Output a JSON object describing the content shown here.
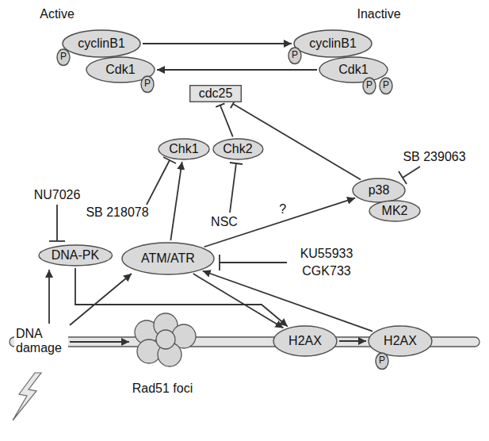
{
  "diagram": {
    "nodes": [
      {
        "text": [
          "cyclinB1"
        ]
      },
      {
        "text": [
          "Cdk1"
        ]
      },
      {
        "text": [
          "P"
        ]
      },
      {
        "text": [
          "P"
        ]
      },
      {
        "text": [
          "cyclinB1"
        ]
      },
      {
        "text": [
          "Cdk1"
        ]
      },
      {
        "text": [
          "P"
        ]
      },
      {
        "text": [
          "P"
        ]
      },
      {
        "text": [
          "P"
        ]
      },
      {
        "text": [
          "cdc25"
        ]
      },
      {
        "text": [
          "Chk1"
        ]
      },
      {
        "text": [
          "Chk2"
        ]
      },
      {
        "text": [
          "p38"
        ]
      },
      {
        "text": [
          "MK2"
        ]
      },
      {
        "text": [
          "DNA-PK"
        ]
      },
      {
        "text": [
          "ATM/ATR"
        ]
      },
      {
        "text": [
          "H2AX"
        ]
      },
      {
        "text": [
          "H2AX"
        ]
      },
      {
        "text": [
          "P"
        ]
      }
    ],
    "edges": [
      {
        "from": 0,
        "to": 4,
        "arrow": "to"
      },
      {
        "from": 5,
        "to": 1,
        "arrow": "to"
      },
      {
        "from": 15,
        "to": 10,
        "arrow": "to"
      },
      {
        "from": 11,
        "to": 9,
        "arrow": "none"
      },
      {
        "from": 12,
        "to": 9,
        "arrow": "none"
      },
      {
        "from": 15,
        "to": 12,
        "label": "?",
        "arrow": "to"
      },
      {
        "from": 14,
        "to": 16,
        "arrow": "to"
      },
      {
        "from": 15,
        "to": 16,
        "arrow": "to"
      },
      {
        "from": 16,
        "to": 17,
        "arrow": "to"
      },
      {
        "from": 17,
        "to": 15,
        "arrow": "to"
      }
    ],
    "labels": [
      "Active",
      "Inactive",
      "NU7026",
      "SB 218078",
      "NSC",
      "SB 239063",
      "KU55933",
      "CGK733",
      "DNA damage",
      "Rad51 foci"
    ]
  }
}
